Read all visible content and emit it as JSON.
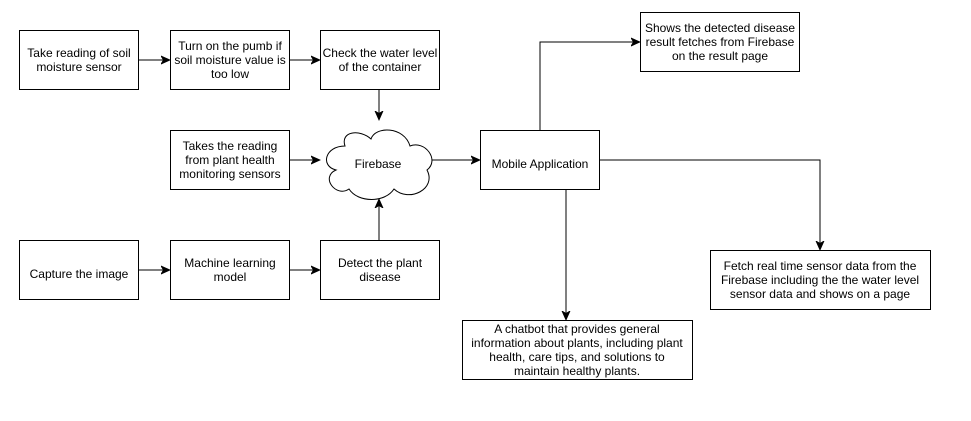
{
  "diagram": {
    "nodes": {
      "soil_reading": {
        "lines": [
          "Take reading of soil",
          "moisture sensor"
        ]
      },
      "pump": {
        "lines": [
          "Turn on the pumb if",
          "soil moisture value is",
          "too low"
        ]
      },
      "water_level": {
        "lines": [
          "Check the water level",
          "of the container"
        ]
      },
      "health_sensors": {
        "lines": [
          "Takes the reading",
          "from plant health",
          "monitoring sensors"
        ]
      },
      "firebase": {
        "lines": [
          "Firebase"
        ]
      },
      "mobile_app": {
        "lines": [
          "Mobile Application"
        ]
      },
      "disease_result": {
        "lines": [
          "Shows the detected disease",
          "result fetches from Firebase",
          "on the result page"
        ]
      },
      "sensor_data_page": {
        "lines": [
          "Fetch real time sensor data from the",
          "Firebase including the the water level",
          "sensor data and shows on a page"
        ]
      },
      "chatbot": {
        "lines": [
          "A chatbot that provides general",
          "information about plants, including plant",
          "health, care tips, and solutions to",
          "maintain healthy plants."
        ]
      },
      "capture_image": {
        "lines": [
          "Capture the image"
        ]
      },
      "ml_model": {
        "lines": [
          "Machine learning",
          "model"
        ]
      },
      "detect_disease": {
        "lines": [
          "Detect the plant",
          "disease"
        ]
      }
    },
    "edges": [
      {
        "from": "soil_reading",
        "to": "pump"
      },
      {
        "from": "pump",
        "to": "water_level"
      },
      {
        "from": "water_level",
        "to": "firebase"
      },
      {
        "from": "health_sensors",
        "to": "firebase"
      },
      {
        "from": "detect_disease",
        "to": "firebase"
      },
      {
        "from": "capture_image",
        "to": "ml_model"
      },
      {
        "from": "ml_model",
        "to": "detect_disease"
      },
      {
        "from": "firebase",
        "to": "mobile_app"
      },
      {
        "from": "mobile_app",
        "to": "disease_result"
      },
      {
        "from": "mobile_app",
        "to": "sensor_data_page"
      },
      {
        "from": "mobile_app",
        "to": "chatbot"
      }
    ]
  }
}
